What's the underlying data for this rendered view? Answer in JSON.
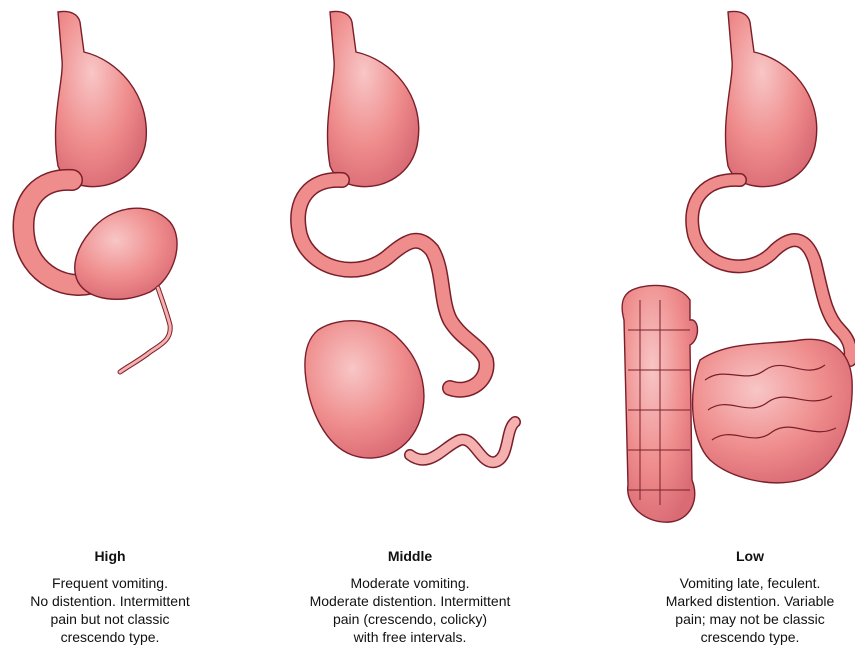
{
  "colors": {
    "organ_fill": "#ef8c8c",
    "organ_highlight": "#f8c6c6",
    "organ_stroke": "#7a1f2a",
    "text": "#111111"
  },
  "panels": [
    {
      "title": "High",
      "lines": [
        "Frequent vomiting.",
        "No distention. Intermittent",
        "pain but not classic",
        "crescendo type."
      ]
    },
    {
      "title": "Middle",
      "lines": [
        "Moderate vomiting.",
        "Moderate distention. Intermittent",
        "pain (crescendo, colicky)",
        "with free intervals."
      ]
    },
    {
      "title": "Low",
      "lines": [
        "Vomiting late, feculent.",
        "Marked distention. Variable",
        "pain; may not be classic",
        "crescendo type."
      ]
    }
  ]
}
